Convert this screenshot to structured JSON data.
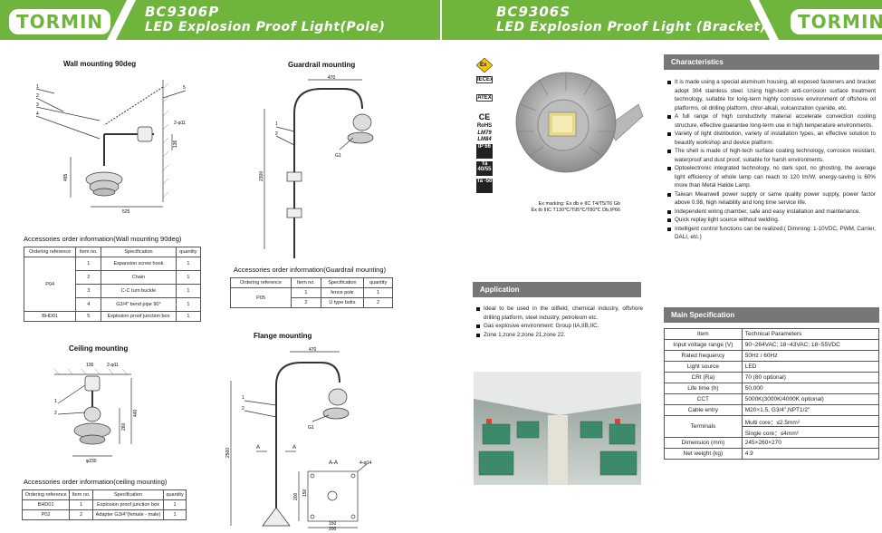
{
  "left_header": {
    "logo": "TORMIN",
    "model": "BC9306P",
    "name": "LED Explosion Proof Light(Pole)"
  },
  "right_header": {
    "logo": "TORMIN",
    "model": "BC9306S",
    "name": "LED Explosion Proof Light (Bracket)"
  },
  "left": {
    "wall_title": "Wall mounting 90deg",
    "guard_title": "Guardrail mounting",
    "ceiling_title": "Ceiling  mounting",
    "flange_title": "Flange mounting",
    "wall_dims": {
      "d1": "525",
      "d2": "495",
      "d3": "136",
      "d4": "2-φ11"
    },
    "guard_dims": {
      "d1": "470",
      "d2": "2300"
    },
    "ceiling_dims": {
      "d1": "136",
      "d2": "2-φ11",
      "d3": "440",
      "d4": "260",
      "d5": "φ230"
    },
    "flange_dims": {
      "d1": "470",
      "d2": "2500",
      "d3": "4-φ14",
      "d4": "200",
      "d5": "150",
      "d6": "150",
      "d7": "200"
    },
    "wall_callouts": [
      "1",
      "2",
      "3",
      "4",
      "5"
    ],
    "guard_callouts": [
      "1",
      "2"
    ],
    "ceiling_callouts": [
      "1",
      "2"
    ],
    "flange_callouts": [
      "1",
      "2"
    ],
    "g1": "G1",
    "section_a": "A",
    "section_aa": "A-A",
    "wall_table": {
      "caption": "Accessories order information(Wall mounting 90deg)",
      "headers": [
        "Ordering reference",
        "Item no.",
        "Specification",
        "quantity"
      ],
      "group_ref": "P04",
      "rows": [
        {
          "item": "1",
          "spec": "Expansion screw hook",
          "qty": "1"
        },
        {
          "item": "2",
          "spec": "Chain",
          "qty": "1"
        },
        {
          "item": "3",
          "spec": "C-C turn buckle",
          "qty": "1"
        },
        {
          "item": "4",
          "spec": "G3/4\" bend pipe 90°",
          "qty": "1"
        }
      ],
      "last_row": {
        "ref": "BHD01",
        "item": "5",
        "spec": "Explosion proof junction box",
        "qty": "1"
      }
    },
    "guard_table": {
      "caption": "Accessories order information(Guardrail mounting)",
      "headers": [
        "Ordering reference",
        "Item no.",
        "Specification",
        "quantity"
      ],
      "group_ref": "P05",
      "rows": [
        {
          "item": "1",
          "spec": "fence  pole",
          "qty": "1"
        },
        {
          "item": "2",
          "spec": "U type bolts",
          "qty": "2"
        }
      ]
    },
    "ceiling_table": {
      "caption": "Accessories order information(ceiling  mounting)",
      "headers": [
        "Ordering reference",
        "Item no.",
        "Specification",
        "quantity"
      ],
      "rows": [
        {
          "ref": "BHD01",
          "item": "1",
          "spec": "Explosion proof junction box",
          "qty": "1"
        },
        {
          "ref": "P02",
          "item": "2",
          "spec": "Adapter G3/4\"(female - male)",
          "qty": "1"
        }
      ]
    }
  },
  "right": {
    "cert_icons": [
      "Ex",
      "IECEx",
      "ATEX",
      "CE",
      "RoHS",
      "LM79",
      "LM84",
      "IP 66",
      "Ta 40/55",
      "Ta -50"
    ],
    "marking": [
      "Ex marking: Ex db e IIC T4/T5/T6 Gb",
      "Ex tb IIIC T130℃/T95℃/T80℃ Db,IP66"
    ],
    "characteristics_title": "Characteristics",
    "characteristics": [
      "It is made using a special aluminum housing, all exposed fasteners and bracket adopt 304 stainless steel. Using high-tech anti-corrosion surface treatment technology, suitable for long-term highly corrosive environment of offshore oil platforms, oil drilling platform, chlor-alkali,  vulcanization cyanide, etc.",
      "A full range of high conductivity material accelerate convection cooling structure, effective guarantee long-term use in high temperature environments.",
      "Variety of light distribution, variety of installation types, an effective solution to beautify workshop and device platform.",
      "The shell is made of high-tech surface coating technology, corrosion resistant, waterproof and dust proof, suitable for harsh environments.",
      "Optoelectronic integrated technology, no dark spot, no ghosting, the average light efficiency of whole lamp can reach to 120 lm/W, energy-saving is 60% more than Metal Halide Lamp.",
      "Taiwan Meanwell power supply or same quality power supply, power factor above 0.98, high reliability and long time service life.",
      "Independent wiring chamber, safe and easy installation and maintenance.",
      "Quick replay light source without welding.",
      "Intelligent control functions can be realized.( Dimming: 1-10VDC, PWM, Carrier, DALI, etc.)"
    ],
    "application_title": "Application",
    "application": [
      "Ideal to be used in the oilfield, chemical industry, offshore drilling platform, steel industry, petroleum etc.",
      "Gas explosive environment: Group IIA,IIB,IIC.",
      "Zone 1,zone 2;zone 21,zone 22."
    ],
    "spec_title": "Main Specification",
    "spec_rows": [
      {
        "k": "Item",
        "v": "Technical Parameters"
      },
      {
        "k": "Input voltage range (V)",
        "v": "90~264VAC; 18~43VAC; 18~55VDC"
      },
      {
        "k": "Rated frequency",
        "v": "50Hz / 60Hz"
      },
      {
        "k": "Light source",
        "v": "LED"
      },
      {
        "k": "CRI (Ra)",
        "v": "70 (80 optional)"
      },
      {
        "k": "Life time (h)",
        "v": "50,000"
      },
      {
        "k": "CCT",
        "v": "5000K(3000K/4000K optional)"
      },
      {
        "k": "Cable entry",
        "v": "M20×1.5, G3/4\",NPT1/2\""
      }
    ],
    "terminals": {
      "k": "Terminals",
      "v1": "Multi core：≤2.5mm²",
      "v2": "Single core：≤4mm²"
    },
    "spec_rows_tail": [
      {
        "k": "Dimension (mm)",
        "v": "245×260×270"
      },
      {
        "k": "Net weight (kg)",
        "v": "4.9"
      }
    ]
  },
  "colors": {
    "brand_green": "#6fb43c",
    "header_gray": "#777777"
  }
}
